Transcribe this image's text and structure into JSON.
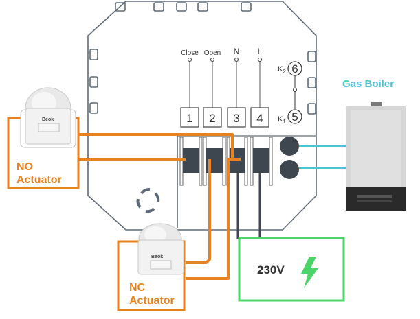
{
  "device": {
    "terminals_top": [
      {
        "label": "Close"
      },
      {
        "label": "Open"
      },
      {
        "label": "N"
      },
      {
        "label": "L"
      }
    ],
    "terminal_numbers": [
      "1",
      "2",
      "3",
      "4"
    ],
    "relay": {
      "k2_prefix": "K",
      "k2_sub": "2",
      "k2_number": "6",
      "k1_prefix": "K",
      "k1_sub": "1",
      "k1_number": "5"
    }
  },
  "no_actuator": {
    "line1": "NO",
    "line2": "Actuator",
    "brand": "Beok"
  },
  "nc_actuator": {
    "line1": "NC",
    "line2": "Actuator",
    "brand": "Beok"
  },
  "gas_boiler": {
    "label": "Gas Boiler"
  },
  "power": {
    "label": "230V",
    "icon": "lightning-icon"
  },
  "colors": {
    "orange": "#e8821e",
    "green": "#4cd46a",
    "cyan": "#4fc3d4",
    "outline": "#5f6b78"
  }
}
